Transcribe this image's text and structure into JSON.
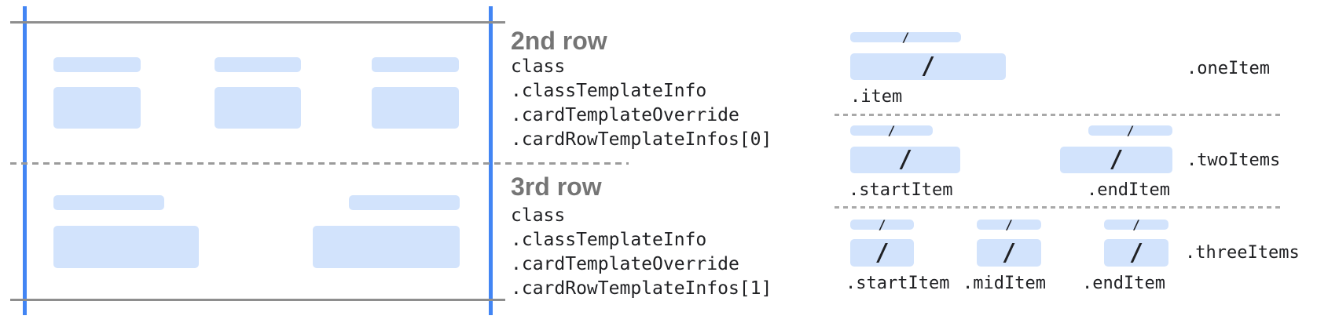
{
  "middle": {
    "row2": {
      "heading": "2nd row",
      "lines": [
        "class",
        ".classTemplateInfo",
        ".cardTemplateOverride",
        ".cardRowTemplateInfos[0]"
      ]
    },
    "row3": {
      "heading": "3rd row",
      "lines": [
        "class",
        ".classTemplateInfo",
        ".cardTemplateOverride",
        ".cardRowTemplateInfos[1]"
      ]
    }
  },
  "right": {
    "slash_glyph": "/",
    "one_item": {
      "group_label": ".oneItem",
      "item_label": ".item"
    },
    "two_items": {
      "group_label": ".twoItems",
      "start_label": ".startItem",
      "end_label": ".endItem"
    },
    "three_items": {
      "group_label": ".threeItems",
      "start_label": ".startItem",
      "mid_label": ".midItem",
      "end_label": ".endItem"
    }
  },
  "colors": {
    "accent_blue": "#4285f4",
    "placeholder_blue": "#d2e3fc",
    "guide_gray": "#8e8e8e",
    "heading_gray": "#757575",
    "code_text": "#202124"
  }
}
